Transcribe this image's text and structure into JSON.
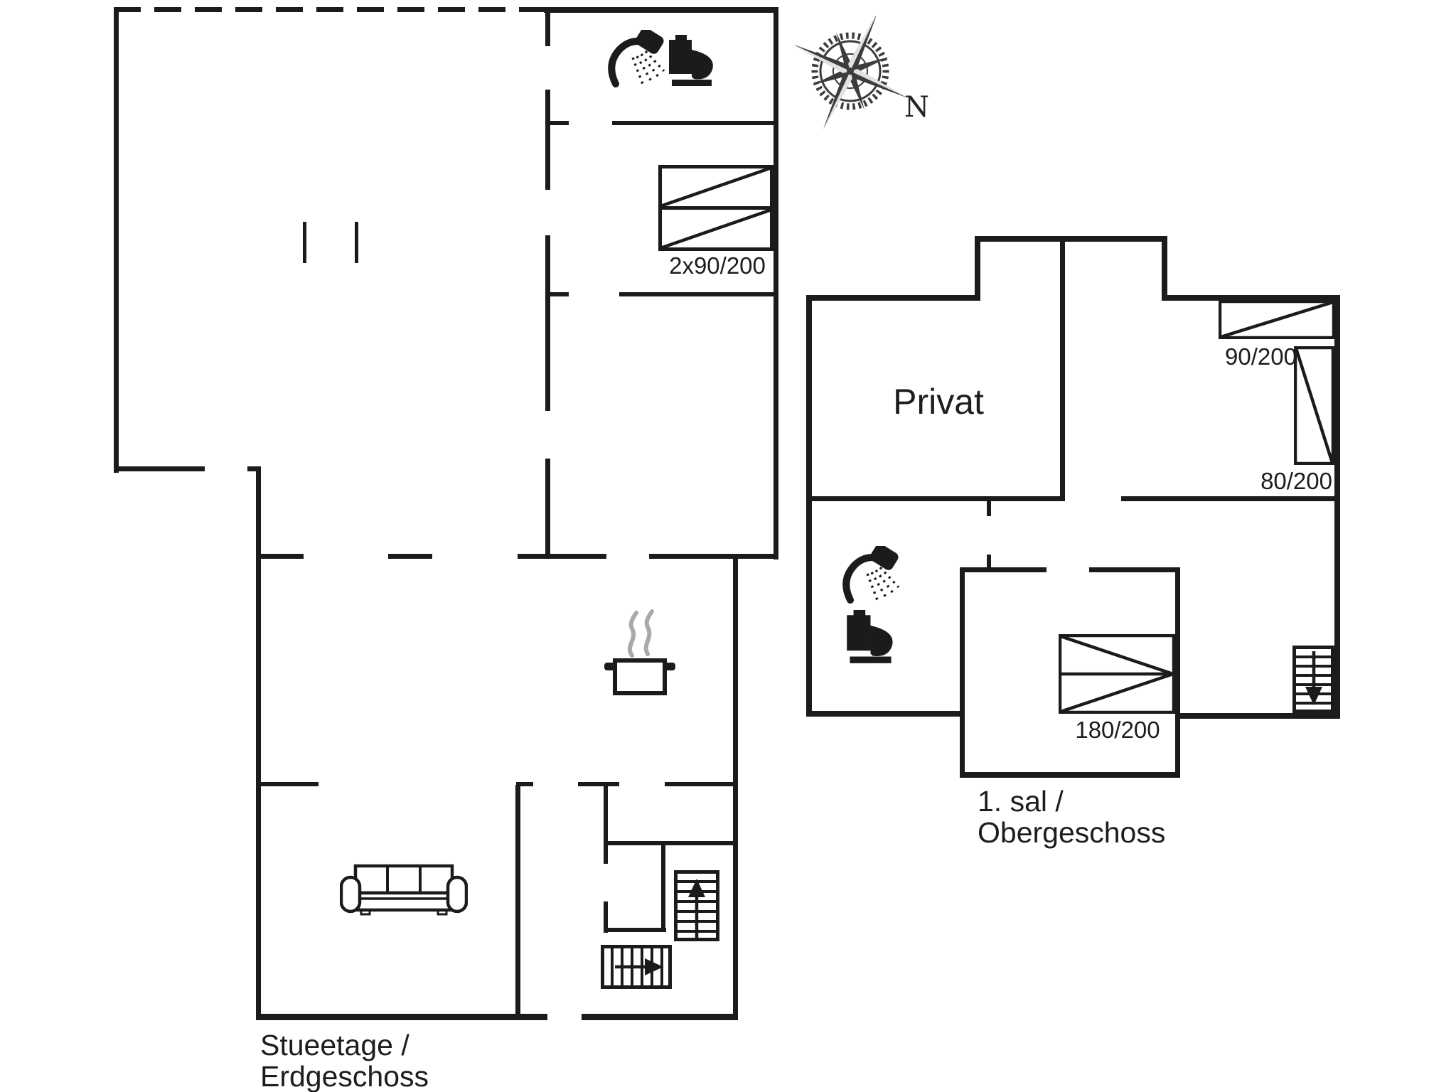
{
  "colors": {
    "wall": "#1b1b1b",
    "steam": "#a9a9a9",
    "compass": "#3c3c3c"
  },
  "compass": {
    "north_label": "N"
  },
  "ground_floor": {
    "title_line1": "Stueetage /",
    "title_line2": "Erdgeschoss",
    "labels": {
      "double_bed": "2x90/200"
    }
  },
  "first_floor": {
    "title_line1": "1. sal /",
    "title_line2": "Obergeschoss",
    "room": "Privat",
    "labels": {
      "single_bed": "90/200",
      "guest_bed": "80/200",
      "double_bed": "180/200"
    }
  }
}
